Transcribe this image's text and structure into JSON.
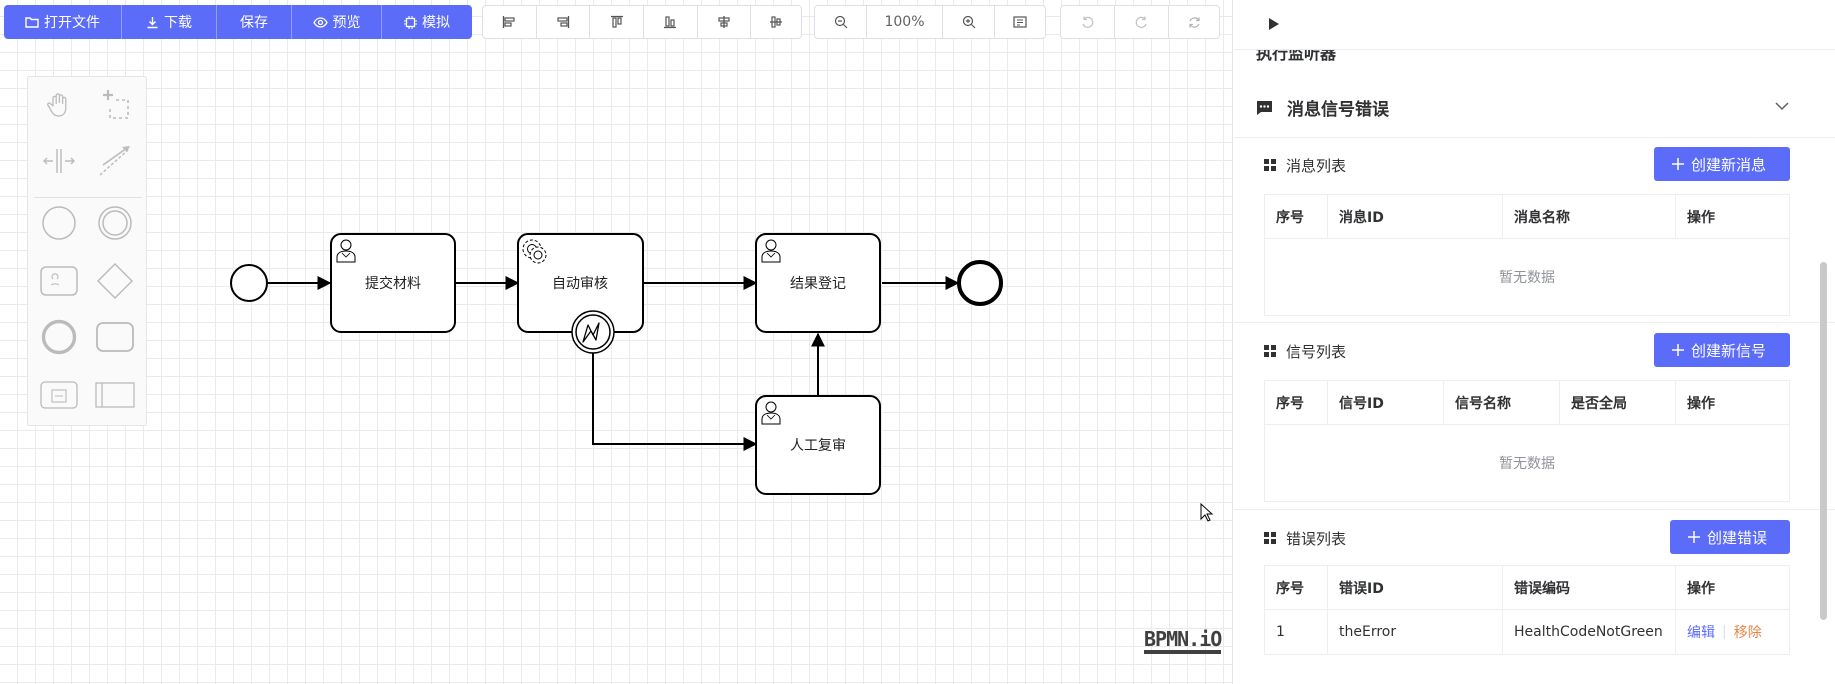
{
  "toolbar": {
    "primary": [
      {
        "label": "打开文件",
        "icon": "folder-icon"
      },
      {
        "label": "下载",
        "icon": "download-icon"
      },
      {
        "label": "保存",
        "icon": ""
      },
      {
        "label": "预览",
        "icon": "eye-icon"
      },
      {
        "label": "模拟",
        "icon": "cpu-icon"
      }
    ],
    "align": [
      "align-left-icon",
      "align-right-icon",
      "align-top-icon",
      "align-bottom-icon",
      "align-center-icon",
      "align-middle-icon"
    ],
    "zoom": {
      "level": "100%"
    },
    "history": [
      "undo-icon",
      "redo-icon",
      "refresh-icon"
    ]
  },
  "palette": [
    "hand-tool-icon",
    "lasso-tool-icon",
    "space-tool-icon",
    "connect-tool-icon",
    "start-event-icon",
    "intermediate-event-icon",
    "task-icon",
    "gateway-icon",
    "end-event-icon",
    "subprocess-icon",
    "data-object-icon",
    "pool-icon"
  ],
  "diagram": {
    "tasks": {
      "submit": "提交材料",
      "auto_review": "自动审核",
      "result": "结果登记",
      "manual": "人工复审"
    }
  },
  "logo": "BPMN.iO",
  "panel": {
    "collapsed_section": "执行监听器",
    "section_title": "消息信号错误",
    "messages": {
      "title": "消息列表",
      "create_label": "创建新消息",
      "columns": [
        "序号",
        "消息ID",
        "消息名称",
        "操作"
      ],
      "empty": "暂无数据"
    },
    "signals": {
      "title": "信号列表",
      "create_label": "创建新信号",
      "columns": [
        "序号",
        "信号ID",
        "信号名称",
        "是否全局",
        "操作"
      ],
      "empty": "暂无数据"
    },
    "errors": {
      "title": "错误列表",
      "create_label": "创建错误",
      "columns": [
        "序号",
        "错误ID",
        "错误编码",
        "操作"
      ],
      "rows": [
        {
          "index": "1",
          "id": "theError",
          "code": "HealthCodeNotGreen",
          "edit": "编辑",
          "remove": "移除"
        }
      ]
    }
  },
  "colors": {
    "primary": "#5b6cf9",
    "danger_link": "#e6864b"
  }
}
